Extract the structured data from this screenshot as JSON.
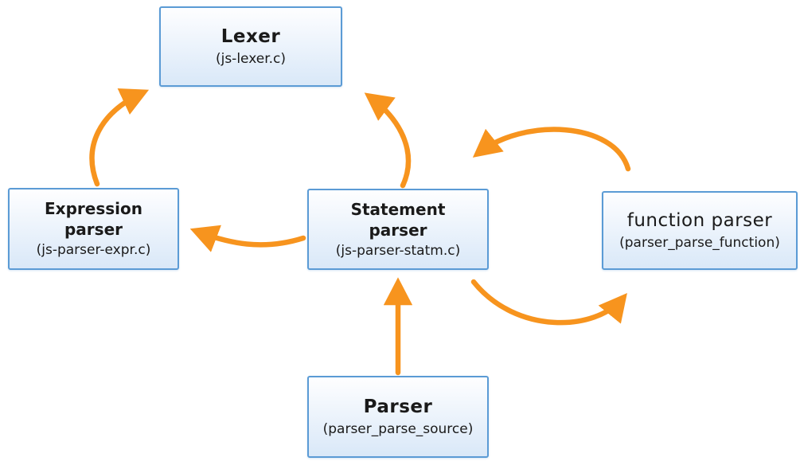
{
  "colors": {
    "arrow": "#F7941E",
    "box_border": "#5B9BD5",
    "box_fill_top": "#FEFEFF",
    "box_fill_bottom": "#D9E8F8"
  },
  "diagram": {
    "nodes": {
      "lexer": {
        "title": "Lexer",
        "subtitle": "(js-lexer.c)"
      },
      "expression_parser": {
        "name_lines": [
          "Expression",
          "parser"
        ],
        "subtitle": "(js-parser-expr.c)"
      },
      "statement_parser": {
        "name_lines": [
          "Statement",
          "parser"
        ],
        "subtitle": "(js-parser-statm.c)"
      },
      "function_parser": {
        "title": "function parser",
        "subtitle": "(parser_parse_function)"
      },
      "parser": {
        "title": "Parser",
        "subtitle": "(parser_parse_source)"
      }
    },
    "edges": [
      {
        "from": "expression-parser",
        "to": "lexer"
      },
      {
        "from": "statement-parser",
        "to": "lexer"
      },
      {
        "from": "statement-parser",
        "to": "expression-parser"
      },
      {
        "from": "parser",
        "to": "statement-parser"
      },
      {
        "from": "function-parser",
        "to": "statement-parser"
      },
      {
        "from": "statement-parser",
        "to": "function-parser"
      }
    ]
  }
}
